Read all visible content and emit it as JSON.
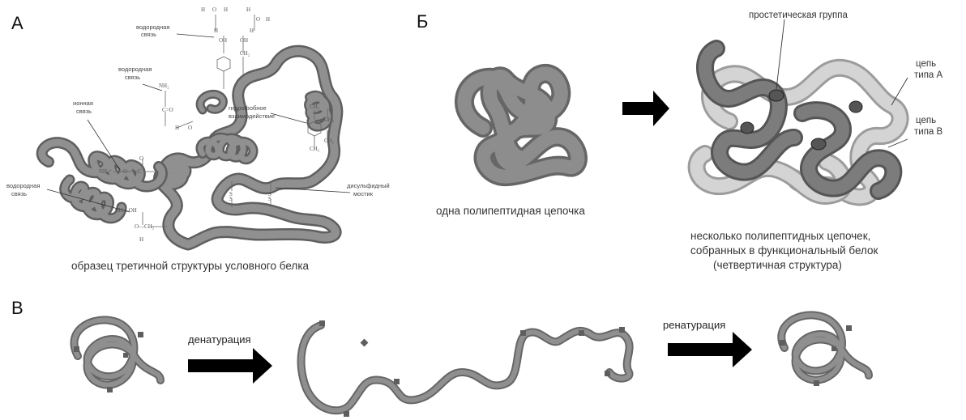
{
  "panels": {
    "a": {
      "letter": "А",
      "caption": "образец третичной структуры условного белка",
      "annotations": {
        "hbond_top": [
          "водородная",
          "связь"
        ],
        "hbond_mid": [
          "водородная",
          "связь"
        ],
        "ionic": [
          "ионная",
          "связь"
        ],
        "hbond_left": [
          "водородная",
          "связь"
        ],
        "hydrophobic": [
          "гидрофобное",
          "взаимодействие"
        ],
        "disulfide": [
          "дисульфидный",
          "мостик"
        ]
      },
      "chem": {
        "h": "H",
        "o": "O",
        "oh": "OH",
        "ch2": "CH₂",
        "nh2": "NH₂",
        "nh3": "NH₃⁺",
        "co": "C=O",
        "c": "C",
        "ch3": "CH₃",
        "s": "S",
        "choh": "CH—OH",
        "och2": "O—CH₂"
      }
    },
    "b": {
      "letter": "Б",
      "caption_single": "одна полипептидная цепочка",
      "label_prosthetic": "простетическая группа",
      "label_chain_a": [
        "цепь",
        "типа А"
      ],
      "label_chain_b": [
        "цепь",
        "типа В"
      ],
      "caption_quaternary": [
        "несколько полипептидных цепочек,",
        "собранных в функциональный белок",
        "(четвертичная структура)"
      ]
    },
    "c": {
      "letter": "В",
      "denaturation": "денатурация",
      "renaturation": "ренатурация"
    }
  },
  "colors": {
    "chain_dark": "#7b7b7b",
    "chain_light": "#c9c9c9",
    "marker": "#5e5e5e",
    "arrow": "#000000"
  }
}
